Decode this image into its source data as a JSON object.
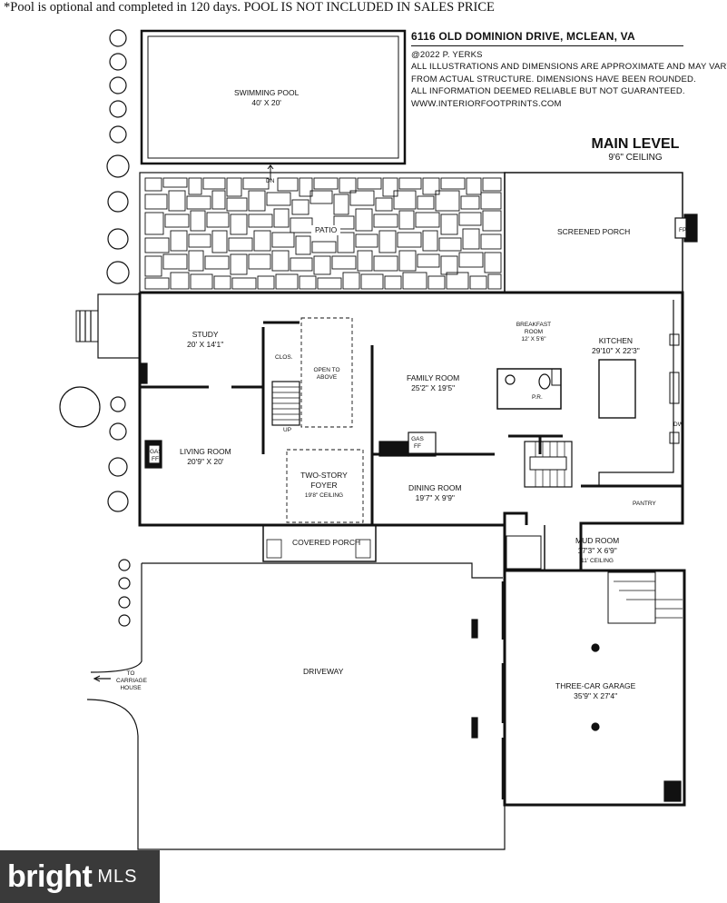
{
  "banner": "*Pool is optional and completed in 120 days. POOL IS NOT INCLUDED IN SALES PRICE",
  "info": {
    "address": "6116 OLD DOMINION DRIVE, MCLEAN, VA",
    "copyright": "@2022 P. YERKS",
    "line1": "ALL ILLUSTRATIONS AND DIMENSIONS ARE APPROXIMATE AND MAY VARY",
    "line2": "FROM ACTUAL STRUCTURE. DIMENSIONS HAVE BEEN ROUNDED.",
    "line3": "ALL INFORMATION DEEMED RELIABLE BUT NOT GUARANTEED.",
    "website": "WWW.INTERIORFOOTPRINTS.COM"
  },
  "level": {
    "title": "MAIN LEVEL",
    "ceiling": "9'6\" CEILING"
  },
  "rooms": {
    "pool": {
      "name": "SWIMMING POOL",
      "dims": "40' X 20'"
    },
    "patio": {
      "name": "PATIO"
    },
    "screened_porch": {
      "name": "SCREENED PORCH"
    },
    "study": {
      "name": "STUDY",
      "dims": "20' X 14'1\""
    },
    "living_room": {
      "name": "LIVING ROOM",
      "dims": "20'9\" X 20'"
    },
    "family_room": {
      "name": "FAMILY ROOM",
      "dims": "25'2\" X 19'5\""
    },
    "breakfast": {
      "name": "BREAKFAST ROOM",
      "dims": "12' X 5'6\""
    },
    "kitchen": {
      "name": "KITCHEN",
      "dims": "29'10\" X 22'3\""
    },
    "foyer": {
      "name": "TWO-STORY FOYER",
      "ceiling": "19'8\" CEILING"
    },
    "dining": {
      "name": "DINING ROOM",
      "dims": "19'7\" X 9'9\""
    },
    "mud": {
      "name": "MUD ROOM",
      "dims": "17'3\" X 6'9\"",
      "ceiling": "11' CEILING"
    },
    "pantry": {
      "name": "PANTRY"
    },
    "covered_porch": {
      "name": "COVERED PORCH"
    },
    "driveway": {
      "name": "DRIVEWAY"
    },
    "garage": {
      "name": "THREE-CAR GARAGE",
      "dims": "35'9\" X 27'4\""
    }
  },
  "labels": {
    "open_above": "OPEN TO ABOVE",
    "clos": "CLOS.",
    "pr": "P.R.",
    "gas_ff_family": "GAS FF",
    "gas_ff_living": "GAS FF",
    "fp": "FP",
    "dn": "DN",
    "up": "UP",
    "dw": "DW",
    "to_carriage": "TO CARRIAGE HOUSE"
  },
  "logo": {
    "brand": "bright",
    "suffix": "MLS"
  }
}
